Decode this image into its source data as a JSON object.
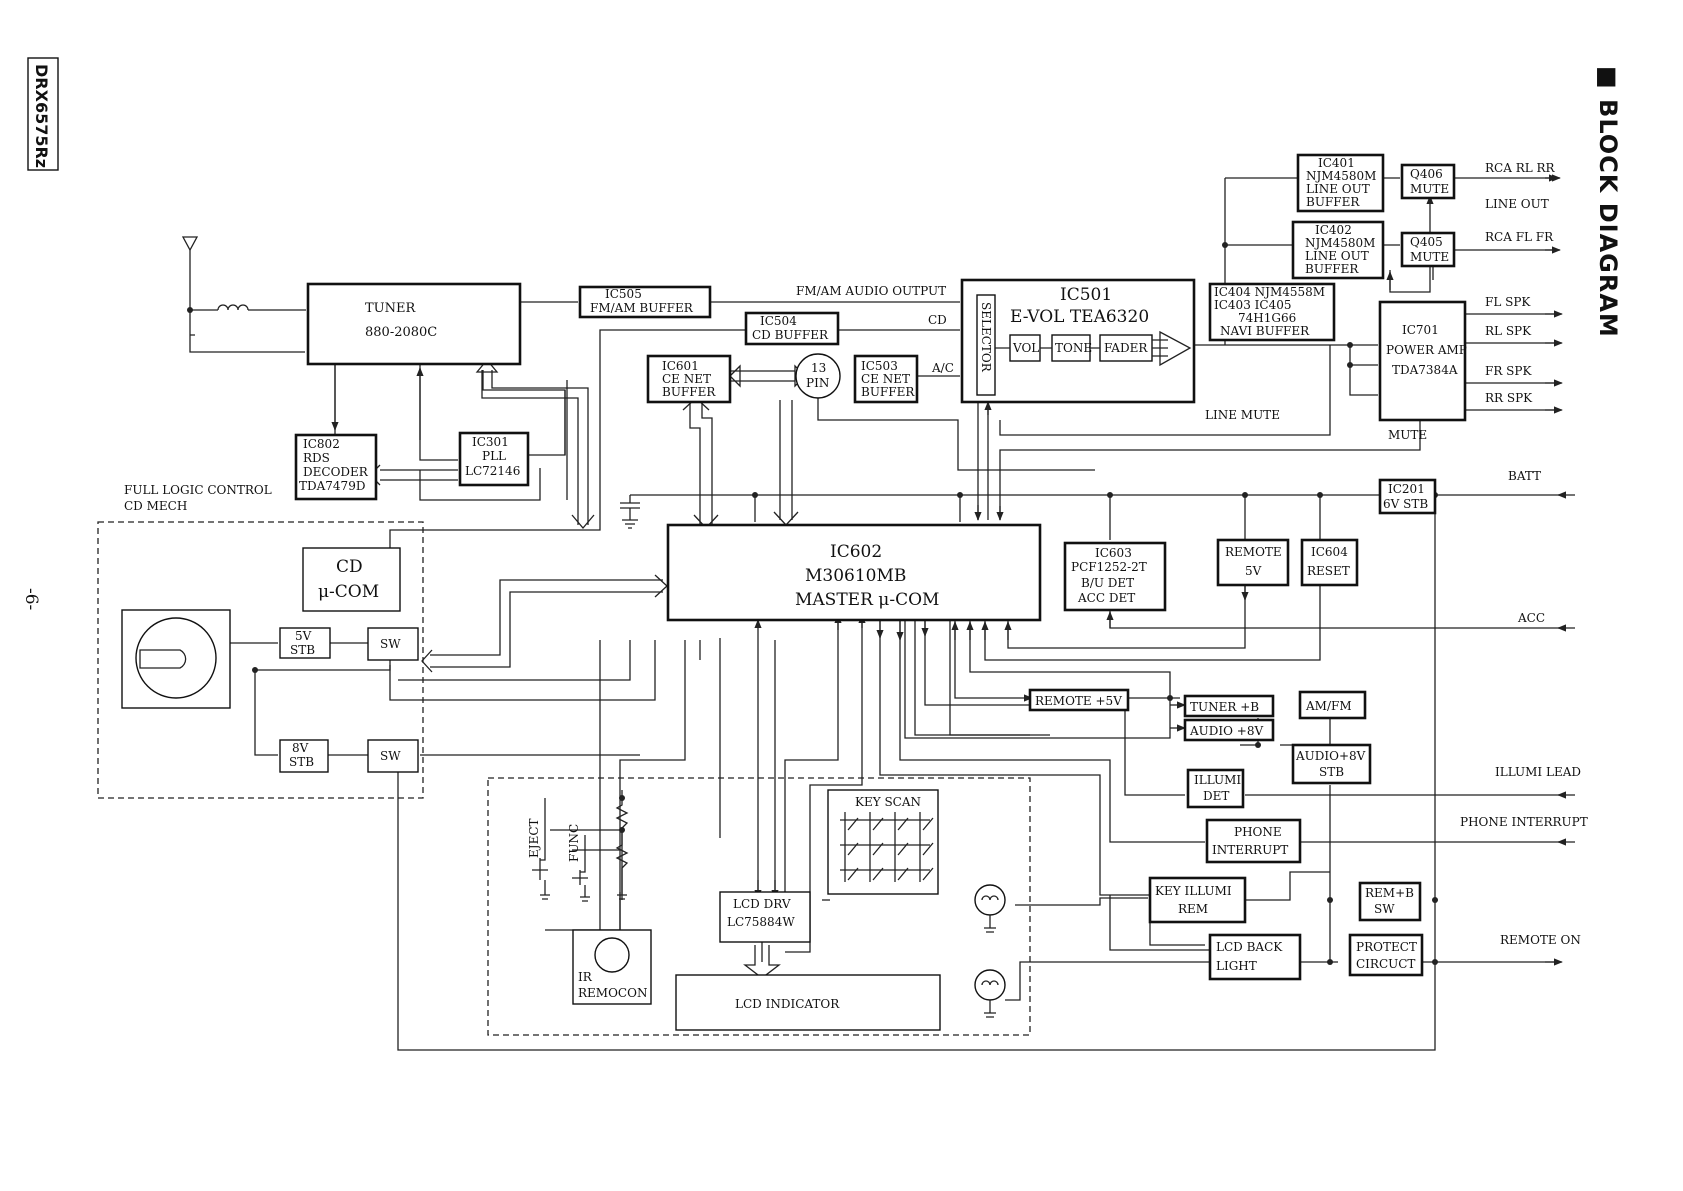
{
  "header": {
    "model": "DRX6575Rz",
    "title": "■ BLOCK DIAGRAM",
    "page_number": "-6-"
  },
  "blocks": {
    "tuner": [
      "TUNER",
      "880-2080C"
    ],
    "ic505": [
      "IC505",
      "FM/AM  BUFFER"
    ],
    "ic504": [
      "IC504",
      "CD  BUFFER"
    ],
    "ic601": [
      "IC601",
      "CE  NET",
      "BUFFER"
    ],
    "pin13": [
      "13",
      "PIN"
    ],
    "ic503": [
      "IC503",
      "CE  NET",
      "BUFFER"
    ],
    "ic501": [
      "IC501",
      "E-VOL  TEA6320",
      "SELECTOR",
      "VOL",
      "TONE",
      "FADER"
    ],
    "ic401": [
      "IC401",
      "NJM4580M",
      "LINE  OUT",
      "BUFFER"
    ],
    "ic402": [
      "IC402",
      "NJM4580M",
      "LINE  OUT",
      "BUFFER"
    ],
    "q406": [
      "Q406",
      "MUTE"
    ],
    "q405": [
      "Q405",
      "MUTE"
    ],
    "ic404": [
      "IC404 NJM4558M",
      "IC403   IC405",
      "74H1G66",
      "NAVI  BUFFER"
    ],
    "ic701": [
      "IC701",
      "POWER  AMP",
      "TDA7384A"
    ],
    "ic802": [
      "IC802",
      "RDS",
      "DECODER",
      "TDA7479D"
    ],
    "ic301": [
      "IC301",
      "PLL",
      "LC72146"
    ],
    "ic602": [
      "IC602",
      "M30610MB",
      "MASTER  μ-COM"
    ],
    "ic603": [
      "IC603",
      "PCF1252-2T",
      "B/U  DET",
      "ACC  DET"
    ],
    "remote5v": [
      "REMOTE",
      "5V"
    ],
    "ic604": [
      "IC604",
      "RESET"
    ],
    "ic201": [
      "IC201",
      "6V STB"
    ],
    "cd_ucom": [
      "CD",
      "μ-COM"
    ],
    "stb5v": [
      "5V",
      "STB"
    ],
    "stb8v": [
      "8V",
      "STB"
    ],
    "sw1": [
      "SW"
    ],
    "sw2": [
      "SW"
    ],
    "remote_plus5v": [
      "REMOTE  +5V"
    ],
    "tuner_b": [
      "TUNER  +B"
    ],
    "am_fm": [
      "AM/FM"
    ],
    "audio_8v": [
      "AUDIO  +8V"
    ],
    "audio_8v_stb": [
      "AUDIO+8V",
      "STB"
    ],
    "illumi_det": [
      "ILLUMI",
      "DET"
    ],
    "phone_int": [
      "PHONE",
      "INTERRUPT"
    ],
    "key_illumi": [
      "KEY  ILLUMI",
      "REM"
    ],
    "rem_b_sw": [
      "REM+B",
      "SW"
    ],
    "lcd_back": [
      "LCD  BACK",
      "LIGHT"
    ],
    "protect": [
      "PROTECT",
      "CIRCUCT"
    ],
    "lcd_drv": [
      "LCD  DRV",
      "LC75884W"
    ],
    "key_scan": [
      "KEY  SCAN"
    ],
    "ir": [
      "IR",
      "REMOCON"
    ],
    "lcd_ind": [
      "LCD  INDICATOR"
    ]
  },
  "labels": {
    "fm_am_out": "FM/AM  AUDIO  OUTPUT",
    "cd": "CD",
    "ac": "A/C",
    "line_mute": "LINE  MUTE",
    "mute": "MUTE",
    "full_logic": "FULL  LOGIC  CONTROL",
    "cd_mech": "CD  MECH",
    "eject": "EJECT",
    "func": "FUNC"
  },
  "outputs": {
    "rca_rl_rr": "RCA  RL  RR",
    "line_out": "LINE  OUT",
    "rca_fl_fr": "RCA  FL  FR",
    "fl_spk": "FL  SPK",
    "rl_spk": "RL  SPK",
    "fr_spk": "FR  SPK",
    "rr_spk": "RR  SPK",
    "batt": "BATT",
    "acc": "ACC",
    "illumi_lead": "ILLUMI  LEAD",
    "phone_interrupt": "PHONE  INTERRUPT",
    "remote_on": "REMOTE  ON"
  }
}
